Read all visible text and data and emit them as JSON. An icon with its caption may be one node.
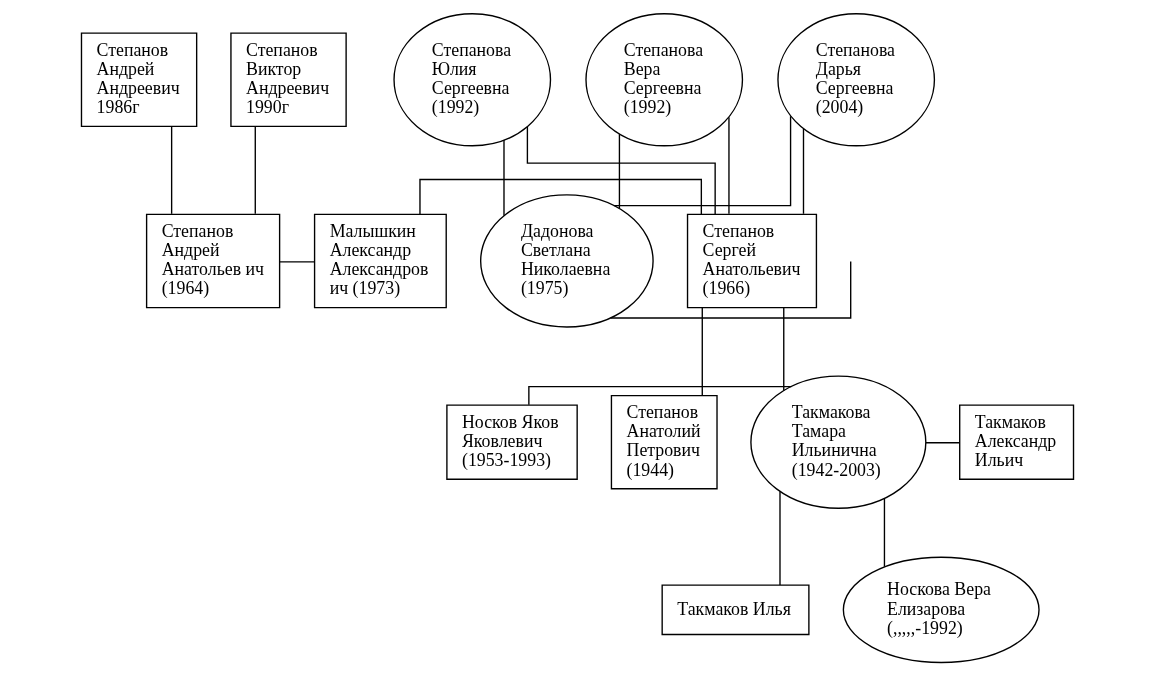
{
  "diagram": {
    "nodes": [
      {
        "text": [
          "Степанов Виктор Андреевич 1990г"
        ]
      },
      {
        "text": [
          "Степанов Андрей Андреевич 1986г"
        ]
      },
      {
        "text": [
          "Степанова Юлия Сергеевна (1992)"
        ]
      },
      {
        "text": [
          "Степанова Вера Сергеевна (1992)"
        ]
      },
      {
        "text": [
          "Степанова Дарья Сергеевна (2004)"
        ]
      },
      {
        "text": [
          "Степанов Андрей Анатольев ич (1964)"
        ]
      },
      {
        "text": [
          "Малышкин Александр Александров ич (1973)"
        ]
      },
      {
        "text": [
          "Степанов Сергей Анатольевич (1966)"
        ]
      },
      {
        "text": [
          "Дадонова Светлана Николаевна (1975)"
        ]
      },
      {
        "text": [
          "Степанов Анатолий Петрович (1944)"
        ]
      },
      {
        "text": [
          "Носков Яков Яковлевич (1953-1993)"
        ]
      },
      {
        "text": [
          "Такмакова Тамара Ильинична (1942-2003)"
        ]
      },
      {
        "text": [
          "Такмаков Александр Ильич"
        ]
      },
      {
        "text": [
          "Такмаков Илья"
        ]
      },
      {
        "text": [
          "Носкова Вера Елизарова (,,,,,-1992)"
        ]
      }
    ],
    "edges": [
      {
        "from": 0,
        "to": 5,
        "arrow": "none"
      },
      {
        "from": 1,
        "to": 5,
        "arrow": "none"
      },
      {
        "from": 5,
        "to": 6,
        "arrow": "none"
      },
      {
        "from": 6,
        "to": 7,
        "arrow": "none"
      },
      {
        "from": 2,
        "to": 7,
        "arrow": "none"
      },
      {
        "from": 3,
        "to": 7,
        "arrow": "none"
      },
      {
        "from": 4,
        "to": 7,
        "arrow": "none"
      },
      {
        "from": 2,
        "to": 8,
        "arrow": "none"
      },
      {
        "from": 3,
        "to": 8,
        "arrow": "none"
      },
      {
        "from": 4,
        "to": 8,
        "arrow": "none"
      },
      {
        "from": 8,
        "to": null,
        "arrow": "none"
      },
      {
        "from": 7,
        "to": 9,
        "arrow": "none"
      },
      {
        "from": 7,
        "to": 11,
        "arrow": "none"
      },
      {
        "from": 10,
        "to": 11,
        "arrow": "none"
      },
      {
        "from": 11,
        "to": 12,
        "arrow": "none"
      },
      {
        "from": 11,
        "to": 13,
        "arrow": "none"
      },
      {
        "from": 11,
        "to": 14,
        "arrow": "none"
      }
    ]
  }
}
